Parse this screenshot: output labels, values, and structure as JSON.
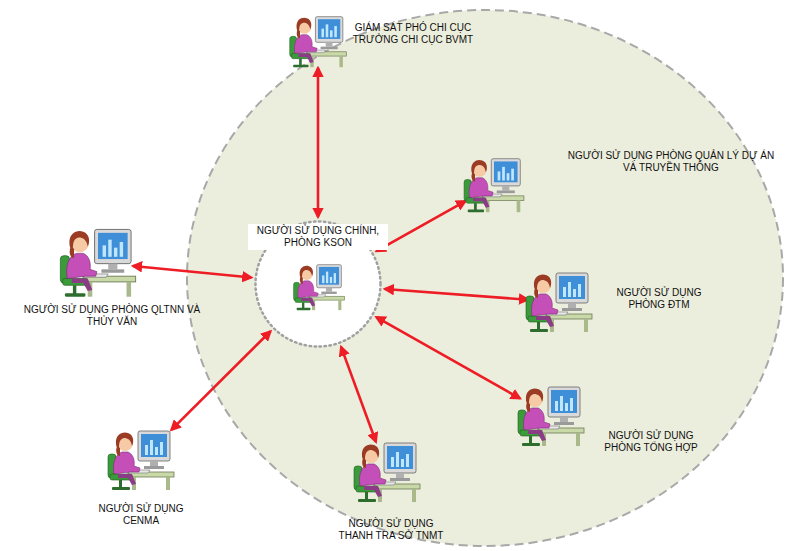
{
  "diagram": {
    "nodes": [
      {
        "text": [
          "GIÁM SÁT PHÓ CHI CỤC TRƯỞNG CHI CỤC BVMT"
        ]
      },
      {
        "text": [
          "NGƯỜI SỬ DỤNG PHÒNG QUẢN LÝ DỰ ÁN VÀ TRUYỀN THÔNG"
        ]
      },
      {
        "text": [
          "NGƯỜI SỬ DỤNG CHÍNH, PHÒNG KSON"
        ]
      },
      {
        "text": [
          "NGƯỜI SỬ DỤNG PHÒNG QLTNN VÀ THỦY VĂN"
        ]
      },
      {
        "text": [
          "NGƯỜI SỬ DỤNG PHÒNG ĐTM"
        ]
      },
      {
        "text": [
          "NGƯỜI SỬ DỤNG PHÒNG TỔNG HỢP"
        ]
      },
      {
        "text": [
          "NGƯỜI SỬ DỤNG CENMA"
        ]
      },
      {
        "text": [
          "NGƯỜI SỬ DỤNG THANH TRA SỞ TNMT"
        ]
      }
    ],
    "edges": [
      {
        "from": 2,
        "to": 0,
        "arrow": "both"
      },
      {
        "from": 2,
        "to": 1,
        "arrow": "both"
      },
      {
        "from": 2,
        "to": 3,
        "arrow": "both"
      },
      {
        "from": 2,
        "to": 4,
        "arrow": "both"
      },
      {
        "from": 2,
        "to": 5,
        "arrow": "both"
      },
      {
        "from": 2,
        "to": 6,
        "arrow": "both"
      },
      {
        "from": 2,
        "to": 7,
        "arrow": "both"
      }
    ]
  }
}
